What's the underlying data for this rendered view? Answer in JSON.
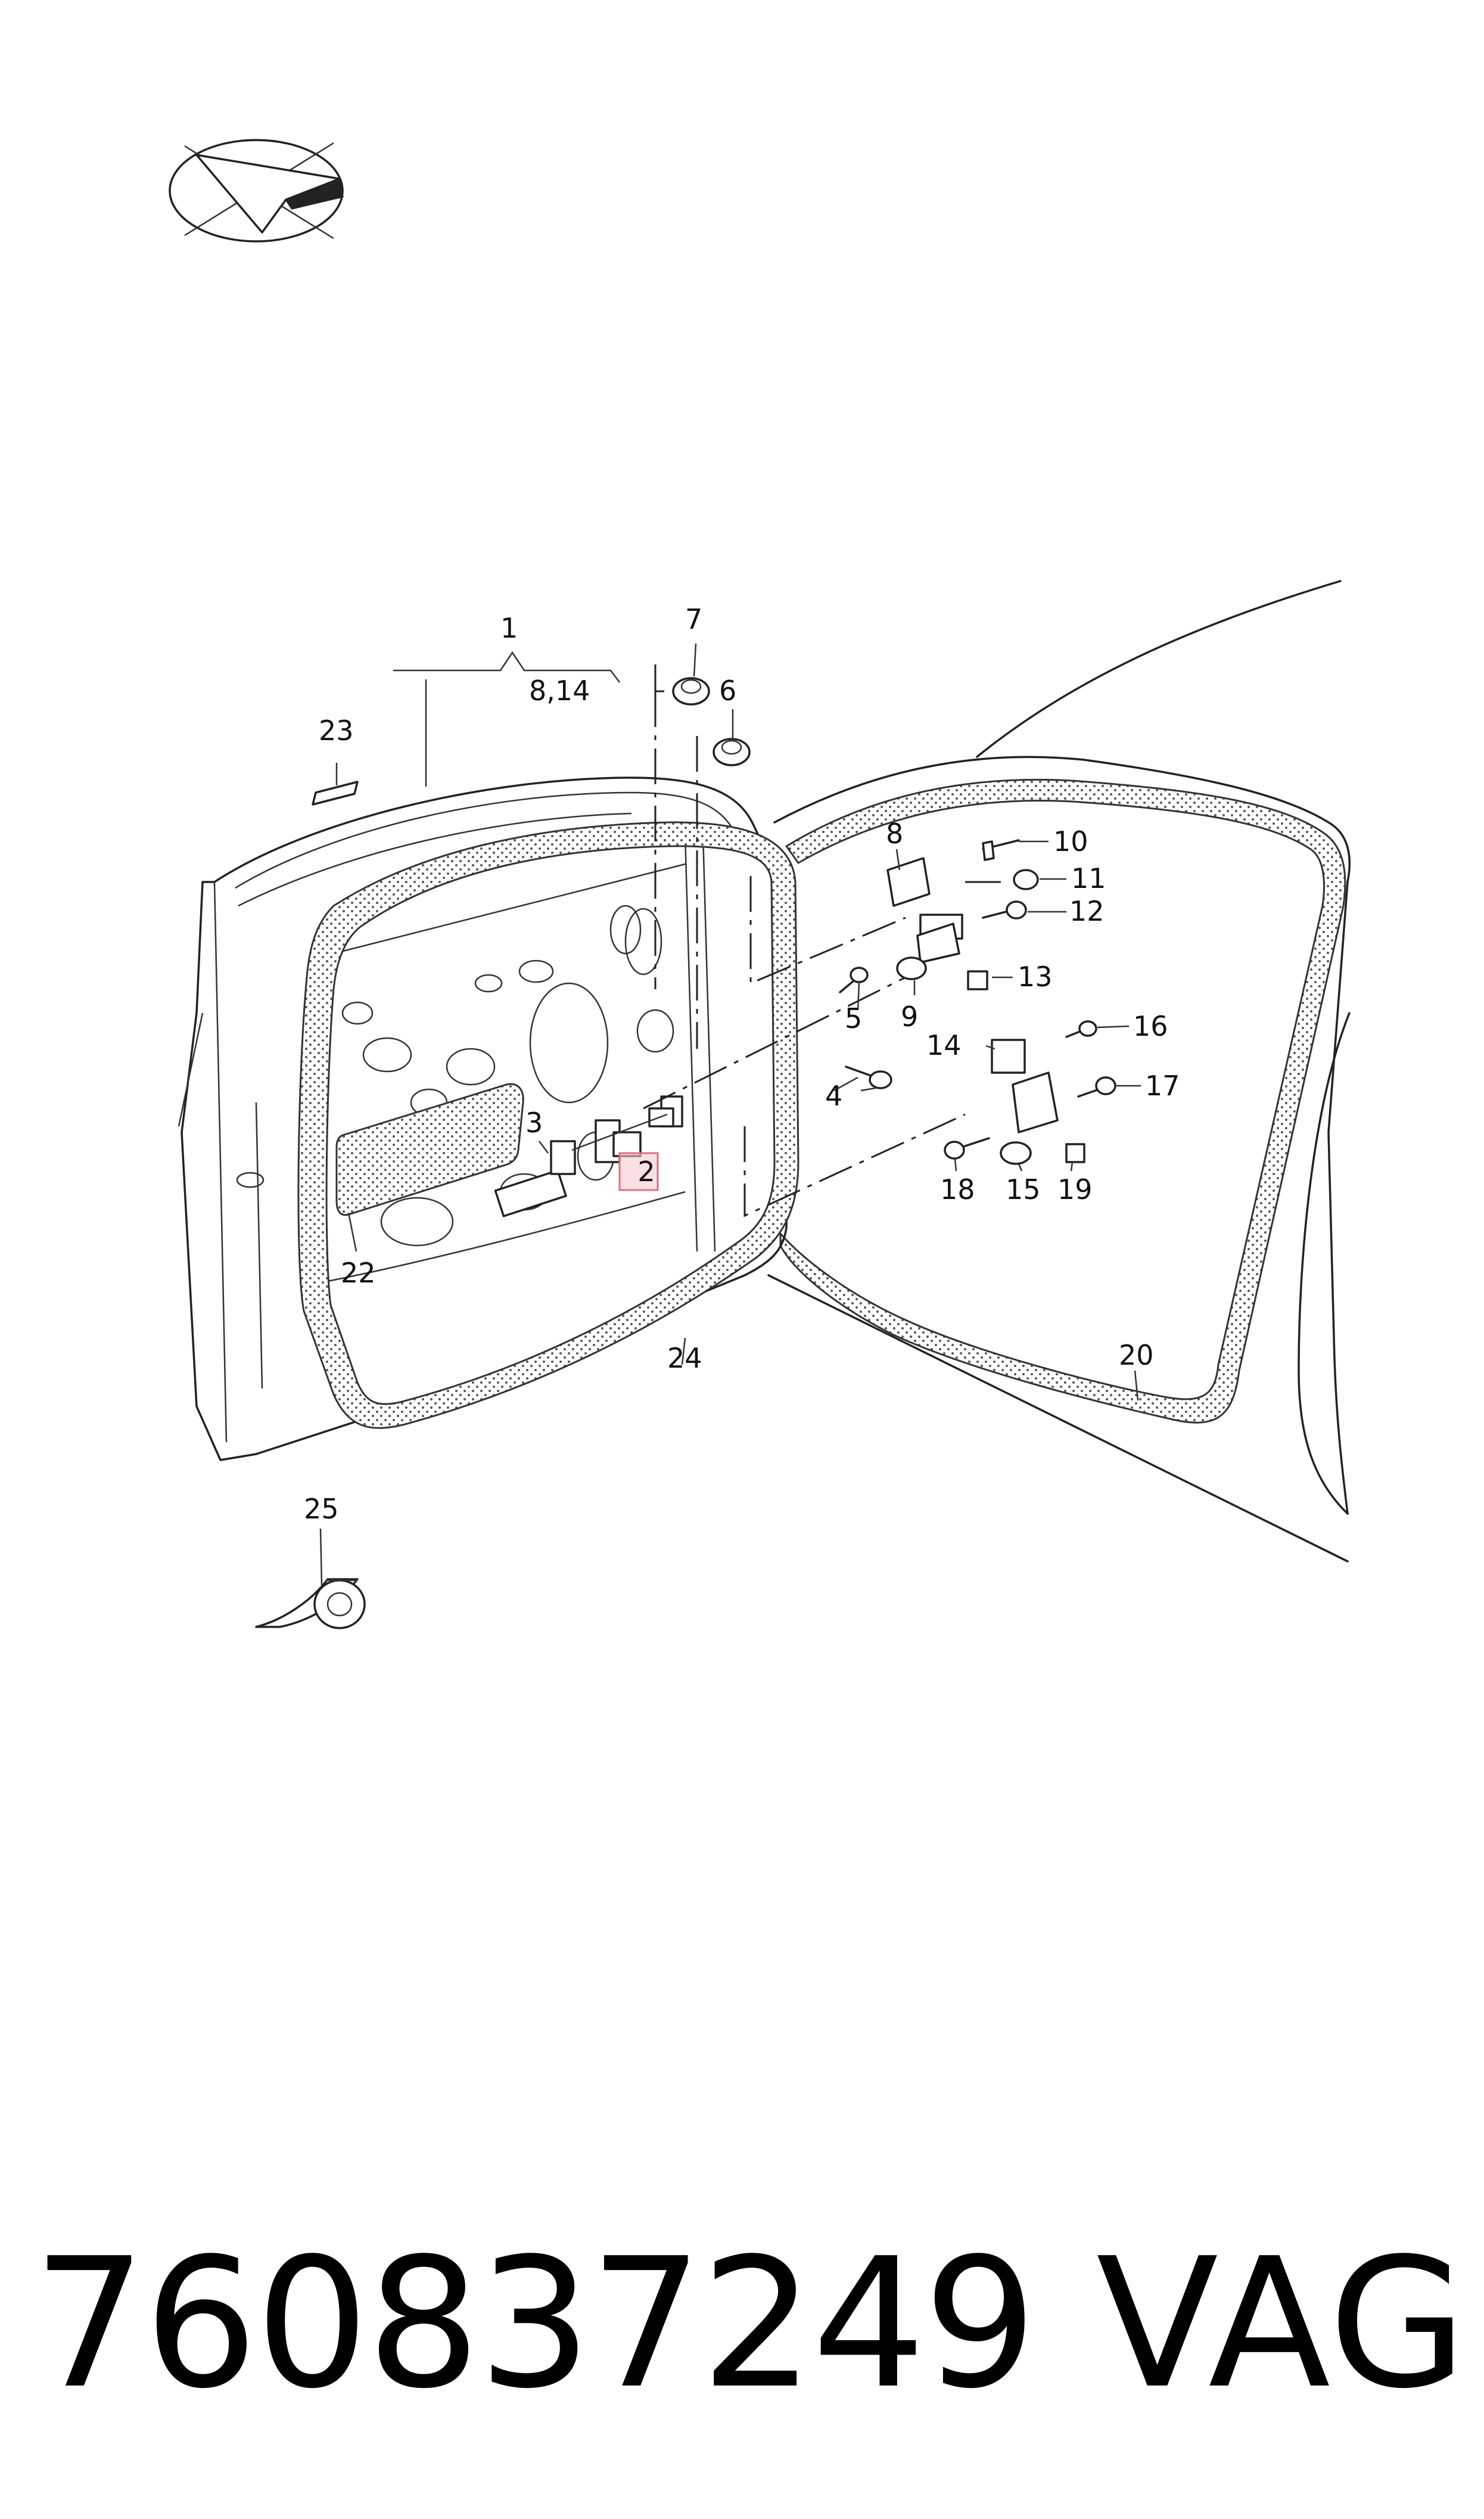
{
  "diagram": {
    "callouts": {
      "c1": "1",
      "c814": "8,14",
      "c2": "2",
      "c3": "3",
      "c4": "4",
      "c5": "5",
      "c6": "6",
      "c7": "7",
      "c8": "8",
      "c9": "9",
      "c10": "10",
      "c11": "11",
      "c12": "12",
      "c13": "13",
      "c14": "14",
      "c15": "15",
      "c16": "16",
      "c17": "17",
      "c18": "18",
      "c19": "19",
      "c20": "20",
      "c22": "22",
      "c23": "23",
      "c24": "24",
      "c25": "25"
    },
    "highlighted_callout": "2",
    "highlight_color": "#f3c9cf"
  },
  "footer": {
    "part_number": "760837249",
    "brand": "VAG"
  }
}
